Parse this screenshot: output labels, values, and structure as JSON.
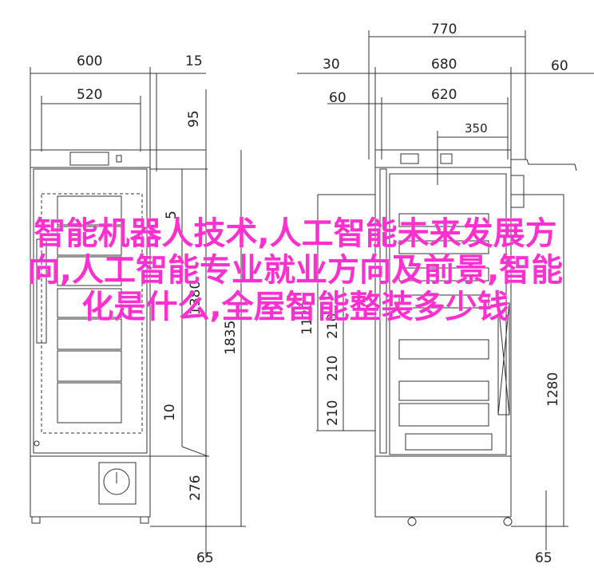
{
  "overlay": {
    "title": "智能机器人技术,人工智能未来发展方向,人工智能专业就业方向及前景,智能化是什么,全屋智能整装多少钱"
  },
  "dims": {
    "left_width_600": "600",
    "left_gap_15": "15",
    "left_inner_520": "520",
    "left_top_95": "95",
    "left_side_5": "5",
    "left_1380": "1380",
    "left_1835": "1835",
    "left_10": "10",
    "left_276": "276",
    "left_foot_65": "65",
    "right_770": "770",
    "right_30": "30",
    "right_680": "680",
    "right_60a": "60",
    "right_60b": "60",
    "right_620": "620",
    "right_350": "350",
    "right_1120": "1120",
    "right_210a": "210",
    "right_210b": "210",
    "right_210c": "210",
    "right_1280": "1280",
    "right_foot_65": "65"
  },
  "colors": {
    "line": "#333333",
    "overlay": "#ff2fd0"
  }
}
